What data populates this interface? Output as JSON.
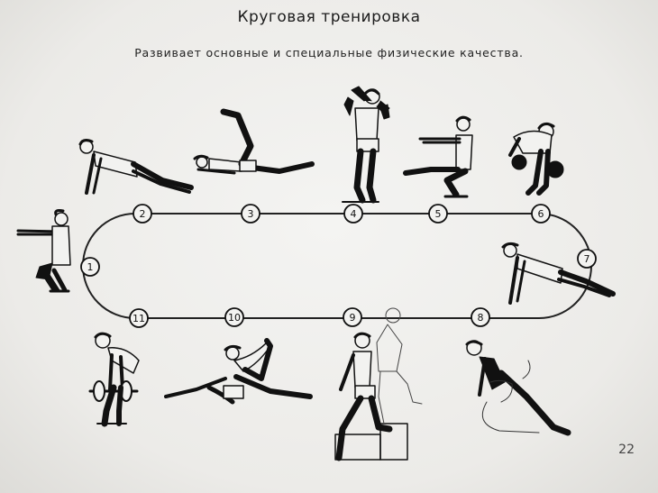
{
  "title": "Круговая тренировка",
  "subtitle": "Развивает основные и специальные физические качества.",
  "page_number": "22",
  "stations": [
    "1",
    "2",
    "3",
    "4",
    "5",
    "6",
    "7",
    "8",
    "9",
    "10",
    "11"
  ],
  "figure_icons": [
    "squat-figure-icon",
    "pushup-figure-icon",
    "leg-raise-figure-icon",
    "neck-stretch-figure-icon",
    "pistol-squat-figure-icon",
    "kettlebell-bend-figure-icon",
    "plank-figure-icon",
    "lunge-stretch-figure-icon",
    "step-up-figure-icon",
    "hurdle-stretch-figure-icon",
    "barbell-deadlift-figure-icon"
  ]
}
